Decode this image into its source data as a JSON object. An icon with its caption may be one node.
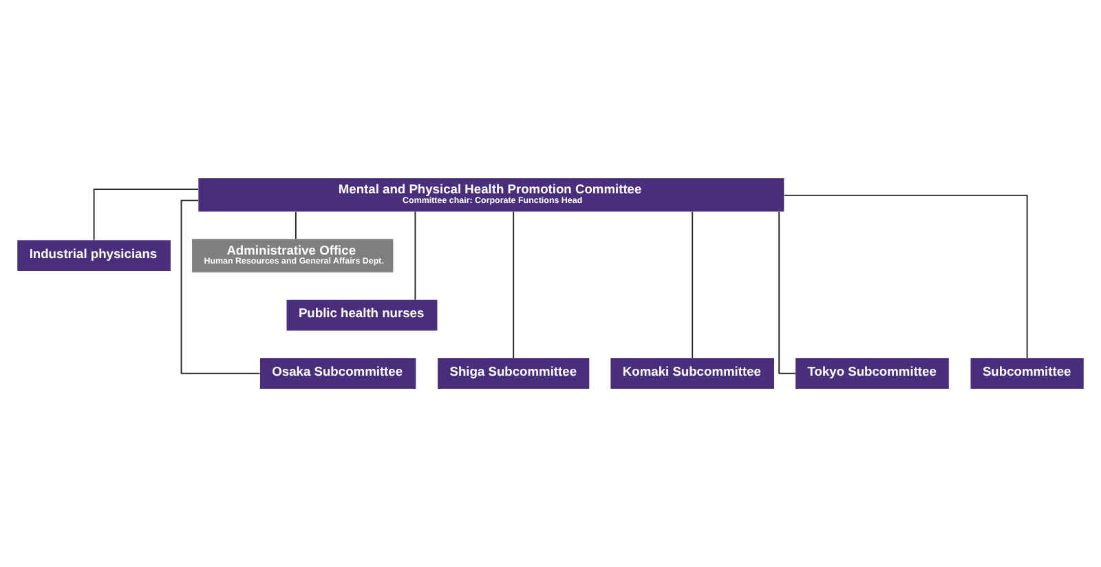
{
  "diagram": {
    "nodes": [
      {
        "text": [
          "Mental and Physical Health Promotion Committee",
          "Committee chair: Corporate Functions Head"
        ]
      },
      {
        "text": [
          "Industrial physicians"
        ]
      },
      {
        "text": [
          "Administrative Office",
          "Human Resources and General Affairs Dept."
        ]
      },
      {
        "text": [
          "Public health nurses"
        ]
      },
      {
        "text": [
          "Osaka Subcommittee"
        ]
      },
      {
        "text": [
          "Shiga Subcommittee"
        ]
      },
      {
        "text": [
          "Komaki Subcommittee"
        ]
      },
      {
        "text": [
          "Tokyo Subcommittee"
        ]
      },
      {
        "text": [
          "Subcommittee"
        ]
      }
    ],
    "edges": [
      {
        "from": 0,
        "to": 1,
        "arrow": "none"
      },
      {
        "from": 0,
        "to": 2,
        "arrow": "none"
      },
      {
        "from": 0,
        "to": 3,
        "arrow": "none"
      },
      {
        "from": 0,
        "to": 4,
        "arrow": "none"
      },
      {
        "from": 0,
        "to": 5,
        "arrow": "none"
      },
      {
        "from": 0,
        "to": 6,
        "arrow": "none"
      },
      {
        "from": 0,
        "to": 7,
        "arrow": "none"
      },
      {
        "from": 0,
        "to": 8,
        "arrow": "none"
      }
    ]
  }
}
